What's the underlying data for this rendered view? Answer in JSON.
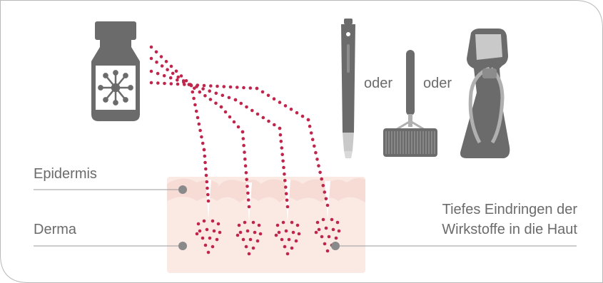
{
  "labels": {
    "epidermis": "Epidermis",
    "derma": "Derma",
    "or_1": "oder",
    "or_2": "oder",
    "result_line_1": "Tiefes Eindringen der",
    "result_line_2": "Wirkstoffe in die Haut"
  },
  "colors": {
    "frame": "#b9b9b9",
    "device_gray": "#6b6b6b",
    "device_light": "#b0b0b0",
    "dot_red": "#c0254c",
    "skin_epidermis": "#f7dcd6",
    "skin_derma": "#fbe9e3",
    "leader_line": "#9a9a9a"
  },
  "icons": [
    "serum-vial-icon",
    "microneedling-pen-icon",
    "dermaroller-icon",
    "microneedling-device-icon"
  ]
}
